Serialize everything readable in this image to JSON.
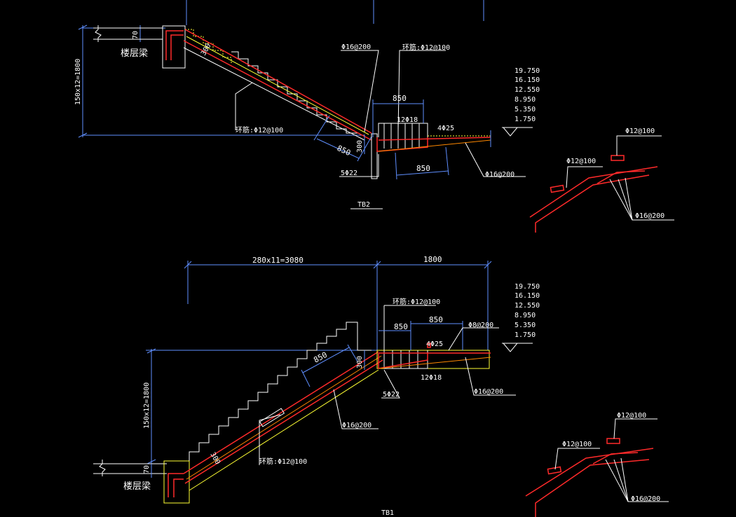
{
  "tb2": {
    "title": "TB2",
    "rebar_top_a": "Φ16@200",
    "rebar_top_b": "环筋:Φ12@100",
    "dim_850_top": "850",
    "rebar_12phi18": "12Φ18",
    "rebar_4phi25": "4Φ25",
    "dim_850_slope": "850",
    "dim_300": "300",
    "dim_850_bottom": "850",
    "rebar_5phi22": "5Φ22",
    "rebar_phi16_200": "Φ16@200",
    "rebar_ring_bottom": "环筋:Φ12@100",
    "vertical_dim": "150x12=1800",
    "dim_70": "70",
    "dim_300_top": "300",
    "beam_label": "楼层梁",
    "elevations": [
      "19.750",
      "16.150",
      "12.550",
      "8.950",
      "5.350",
      "1.750"
    ],
    "detail": {
      "top": "Φ12@100",
      "left": "Φ12@100",
      "bottom": "Φ16@200"
    }
  },
  "tb1": {
    "title": "TB1",
    "dim_horizontal_a": "280x11=3080",
    "dim_horizontal_b": "1800",
    "rebar_ring_top": "环筋:Φ12@100",
    "dim_850_a": "850",
    "dim_850_b": "850",
    "rebar_phi8_200": "Φ8@200",
    "rebar_4phi25": "4Φ25",
    "dim_850_slope": "850",
    "dim_300": "300",
    "rebar_12phi18": "12Φ18",
    "rebar_5phi22": "5Φ22",
    "rebar_phi16_200_right": "Φ16@200",
    "rebar_phi16_200_mid": "Φ16@200",
    "rebar_ring_bottom": "环筋:Φ12@100",
    "vertical_dim": "150x12=1800",
    "dim_70": "70",
    "dim_300_bottom": "300",
    "beam_label": "楼层梁",
    "elevations": [
      "19.750",
      "16.150",
      "12.550",
      "8.950",
      "5.350",
      "1.750"
    ],
    "detail": {
      "top": "Φ12@100",
      "left": "Φ12@100",
      "bottom": "Φ16@200"
    }
  }
}
